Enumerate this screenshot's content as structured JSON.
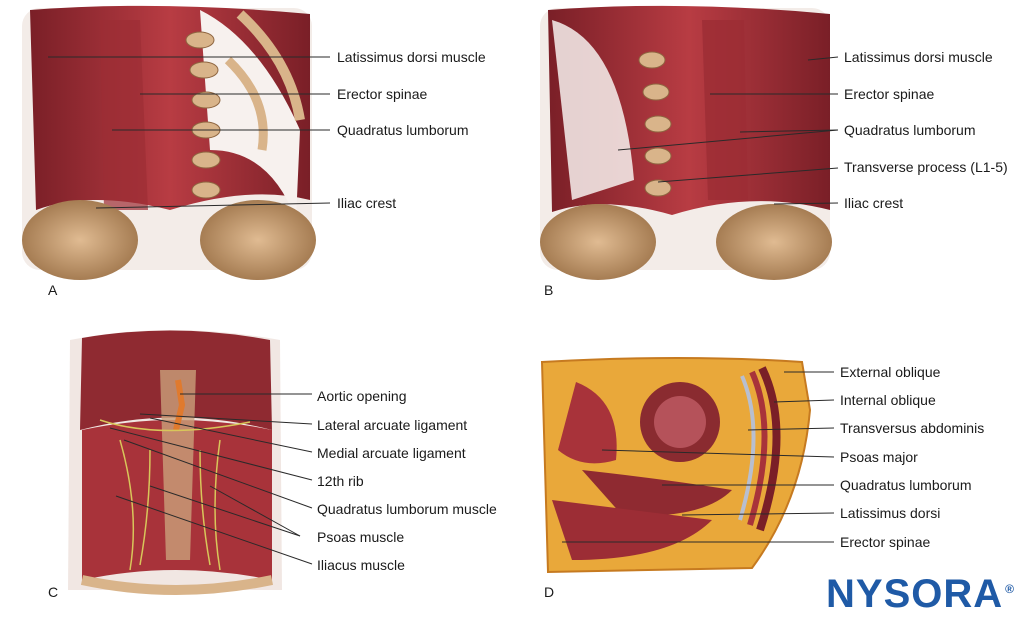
{
  "panels": [
    {
      "letter": "A",
      "labels": [
        "Latissimus dorsi muscle",
        "Erector spinae",
        "Quadratus lumborum",
        "Iliac crest"
      ]
    },
    {
      "letter": "B",
      "labels": [
        "Latissimus dorsi muscle",
        "Erector spinae",
        "Quadratus lumborum",
        "Transverse process (L1-5)",
        "Iliac crest"
      ]
    },
    {
      "letter": "C",
      "labels": [
        "Aortic opening",
        "Lateral arcuate ligament",
        "Medial arcuate ligament",
        "12th rib",
        "Quadratus lumborum muscle",
        "Psoas muscle",
        "Iliacus muscle"
      ]
    },
    {
      "letter": "D",
      "labels": [
        "External oblique",
        "Internal oblique",
        "Transversus abdominis",
        "Psoas major",
        "Quadratus lumborum",
        "Latissimus dorsi",
        "Erector spinae"
      ]
    }
  ],
  "brand": {
    "name": "NYSORA",
    "mark": "®",
    "color": "#1f5aa6"
  },
  "colors": {
    "muscle": "#a8333a",
    "muscle_dark": "#7a1f27",
    "bone": "#c9a07a",
    "fat": "#e9a83a",
    "nerve": "#d8c65a"
  }
}
